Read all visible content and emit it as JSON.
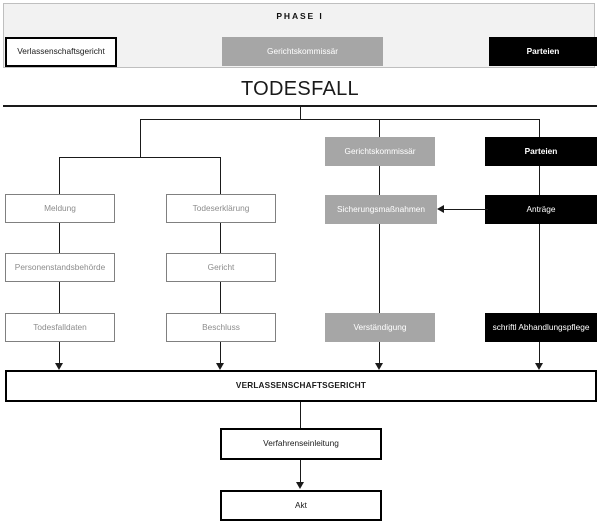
{
  "header": {
    "phase_label": "PHASE I",
    "legend": [
      {
        "label": "Verlassenschaftsgericht",
        "style": "white"
      },
      {
        "label": "Gerichtskommissär",
        "style": "gray"
      },
      {
        "label": "Parteien",
        "style": "black"
      }
    ]
  },
  "title": "TODESFALL",
  "columns": {
    "meldung": [
      {
        "label": "Meldung"
      },
      {
        "label": "Personenstandsbehörde"
      },
      {
        "label": "Todesfalldaten"
      }
    ],
    "todeserklaerung": [
      {
        "label": "Todeserklärung"
      },
      {
        "label": "Gericht"
      },
      {
        "label": "Beschluss"
      }
    ],
    "gerichtskommissaer": [
      {
        "label": "Gerichtskommissär"
      },
      {
        "label": "Sicherungsmaßnahmen"
      },
      {
        "label": "Verständigung"
      }
    ],
    "parteien": [
      {
        "label": "Parteien"
      },
      {
        "label": "Anträge"
      },
      {
        "label": "schriftl Abhandlungspflege"
      }
    ]
  },
  "footer": {
    "court_bar": "VERLASSENSCHAFTSGERICHT",
    "verfahrenseinleitung": "Verfahrenseinleitung",
    "akt": "Akt"
  },
  "colors": {
    "gray_fill": "#a6a6a6",
    "black_fill": "#000000",
    "outline_gray": "#808080",
    "band_fill": "#f2f2f2",
    "line": "#1a1a1a"
  }
}
